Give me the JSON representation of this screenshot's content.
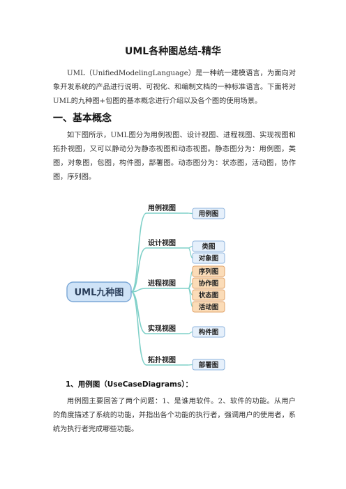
{
  "document": {
    "title": "UML各种图总结-精华",
    "intro": "UML（UnifiedModelingLanguage）是一种统一建模语言，为面向对象开发系统的产品进行说明、可视化、和编制文档的一种标准语言。下面将对UML的九种图+包图的基本概念进行介绍以及各个图的使用场景。",
    "section1_heading": "一、基本概念",
    "section1_text": "如下图所示，UML图分为用例视图、设计视图、进程视图、实现视图和拓扑视图，又可以静动分为静态视图和动态视图。静态图分为：用例图，类图，对象图，包图，构件图，部署图。动态图分为：状态图，活动图，协作图，序列图。",
    "subsection1_heading": "1、用例图（UseCaseDiagrams）：",
    "subsection1_text": "用例图主要回答了两个问题：1、是谁用软件。2、软件的功能。从用户的角度描述了系统的功能，并指出各个功能的执行者，强调用户的使用者，系统为执行者完成哪些功能。"
  },
  "mindmap": {
    "root": "UML九种图",
    "branches": [
      {
        "label": "用例视图",
        "leaves": [
          "用例图"
        ]
      },
      {
        "label": "设计视图",
        "leaves": [
          "类图",
          "对象图"
        ]
      },
      {
        "label": "进程视图",
        "leaves": [
          "序列图",
          "协作图",
          "状态图",
          "活动图"
        ]
      },
      {
        "label": "实现视图",
        "leaves": [
          "构件图"
        ]
      },
      {
        "label": "拓扑视图",
        "leaves": [
          "部署图"
        ]
      }
    ],
    "colors": {
      "line": "#7fd0c8",
      "root_fill": "#cfe3f7",
      "root_stroke": "#7aa7d6",
      "leaf_blue_fill": "#e6f0fb",
      "leaf_blue_stroke": "#8db3dc",
      "leaf_orange_fill": "#fbdcb8",
      "leaf_orange_stroke": "#e0a36a"
    }
  }
}
